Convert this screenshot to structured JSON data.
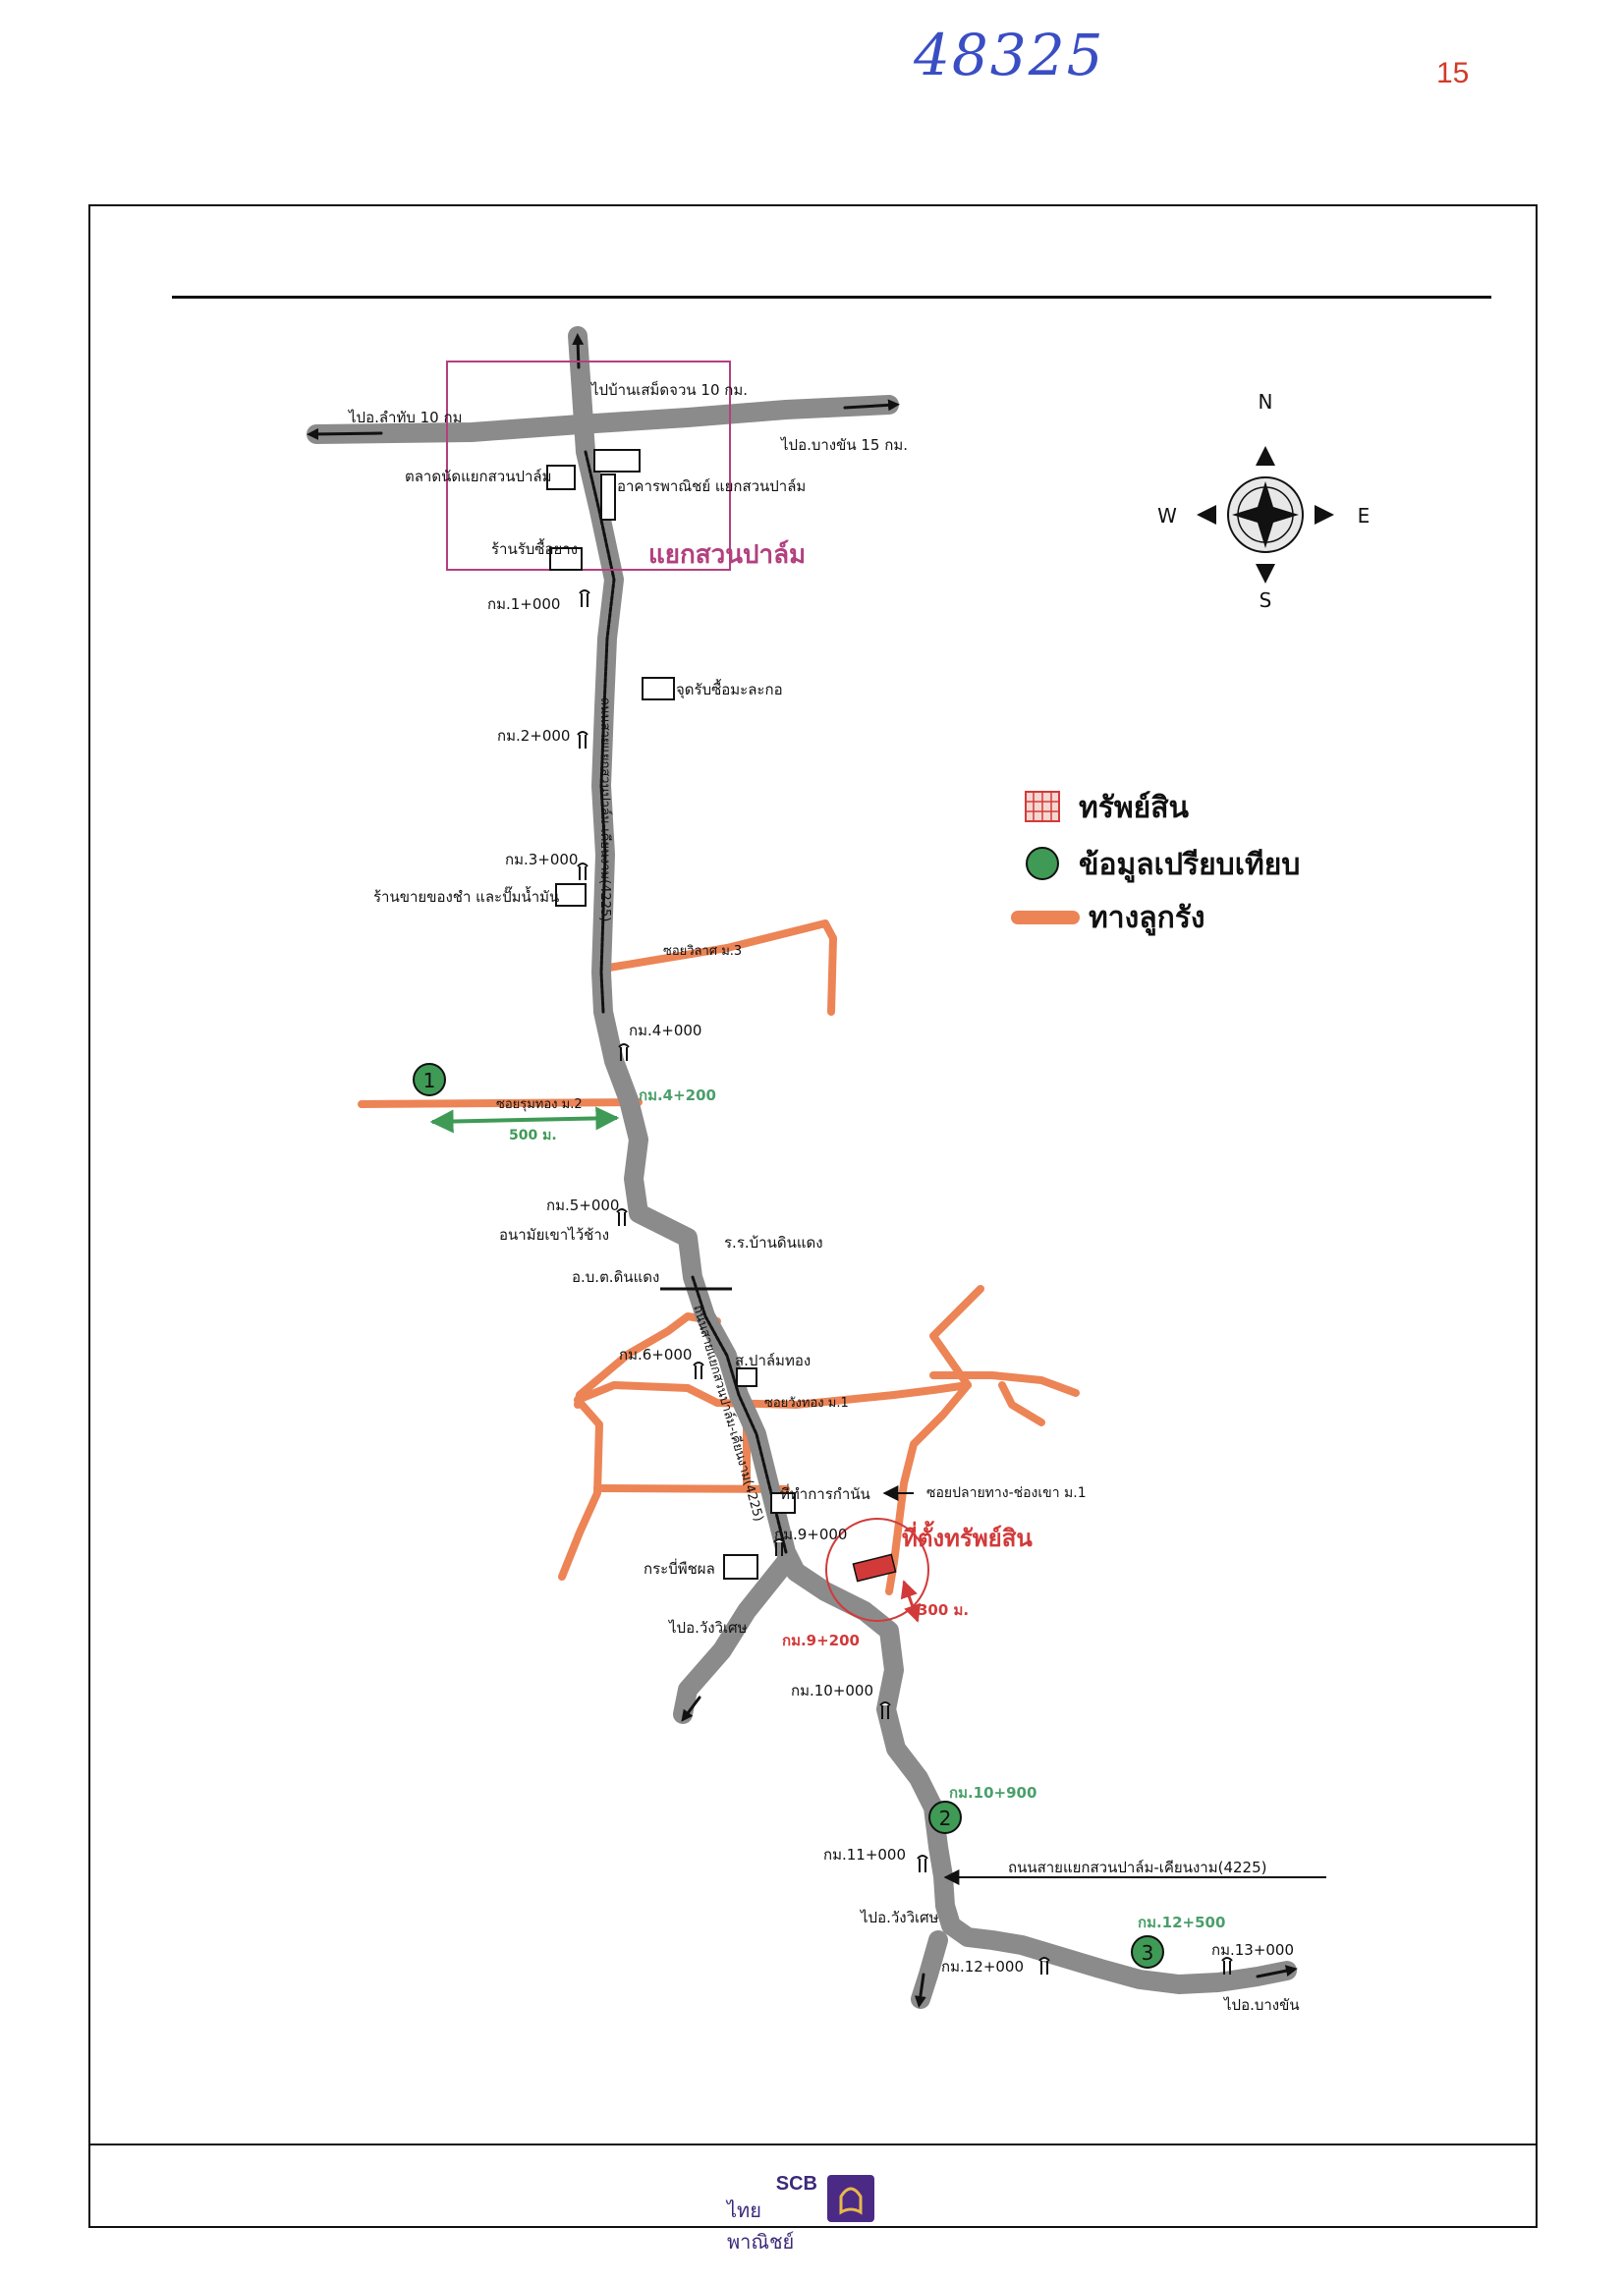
{
  "handwritten_number": "48325",
  "page_number": "15",
  "map": {
    "district_label": "แยกสวนปาล์ม",
    "top_roads": {
      "north": "ไปบ้านเสม็ดจวน 10 กม.",
      "west": "ไปอ.ลำทับ 10 กม",
      "east": "ไปอ.บางขัน 15 กม."
    },
    "junction_places": {
      "market": "ตลาดนัดแยกสวนปาล์ม",
      "bank": "อาคารพาณิชย์ แยกสวนปาล์ม",
      "rubber_shop": "ร้านรับซื้อยาง"
    },
    "road_name_vertical_upper": "ถนนสายแยกสวนปาล์ม-เคียนงาม(4225)",
    "road_name_vertical_lower": "ถนนสายแยกสวนปาล์ม-เคียนงาม(4225)",
    "km_markers": {
      "km1": "กม.1+000",
      "km2": "กม.2+000",
      "km3": "กม.3+000",
      "km4": "กม.4+000",
      "km5": "กม.5+000",
      "km6": "กม.6+000",
      "km9": "กม.9+000",
      "km10": "กม.10+000",
      "km11": "กม.11+000",
      "km12": "กม.12+000",
      "km13": "กม.13+000"
    },
    "places": {
      "latex_shop": "จุดรับซื้อมะละกอ",
      "gas_shop": "ร้านขายของชำ และปั๊มน้ำมัน",
      "health_center": "อนามัยเขาไว้ช้าง",
      "tambon_office": "อ.บ.ต.ดินแดง",
      "school": "ร.ร.บ้านดินแดง",
      "palm_farm": "ส.ปาล์มทอง",
      "village_office": "ที่ทำการกำนัน",
      "bus_stop": "กระบี่พืชผล"
    },
    "sois": {
      "soi_m3": "ซอยวิลาศ ม.3",
      "soi_m2": "ซอยรุมทอง ม.2",
      "soi_m1": "ซอยวังทอง ม.1",
      "soi_plai": "ซอยปลายทาง-ช่องเขา ม.1"
    },
    "comparables": {
      "c1": {
        "num": "1",
        "km": "กม.4+200",
        "distance": "500 ม."
      },
      "c2": {
        "num": "2",
        "km": "กม.10+900"
      },
      "c3": {
        "num": "3",
        "km": "กม.12+500"
      }
    },
    "subject": {
      "label": "ที่ตั้งทรัพย์สิน",
      "km": "กม.9+200",
      "distance": "300 ม."
    },
    "branches": {
      "to_wang_wiset_1": "ไปอ.วังวิเศษ",
      "to_wang_wiset_2": "ไปอ.วังวิเศษ",
      "to_bang_khan": "ไปอ.บางขัน"
    },
    "bottom_road_name": "ถนนสายแยกสวนปาล์ม-เคียนงาม(4225)",
    "compass": {
      "n": "N",
      "s": "S",
      "e": "E",
      "w": "W"
    }
  },
  "legend": {
    "property": "ทรัพย์สิน",
    "comparable": "ข้อมูลเปรียบเทียบ",
    "side_road": "ทางลูกรัง"
  },
  "colors": {
    "road": "#8b8b8b",
    "side_road": "#ec8456",
    "comparable": "#3f9a55",
    "subject": "#d23a3a",
    "label_green": "#4a9f6a",
    "magenta": "#b2407e"
  },
  "brand": {
    "en": "SCB",
    "th": "ไทยพาณิชย์"
  }
}
